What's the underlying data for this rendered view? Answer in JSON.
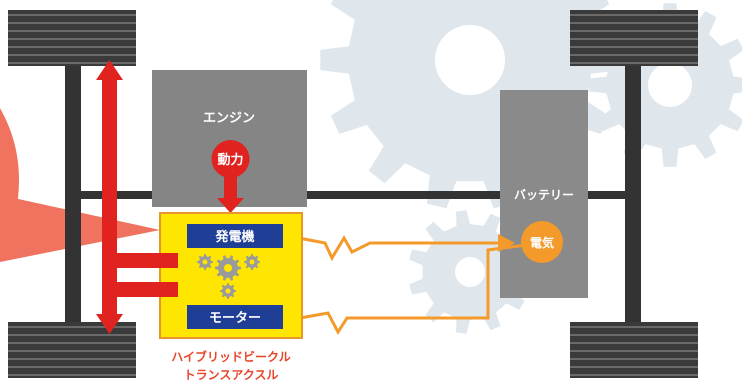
{
  "engine": {
    "label": "エンジン",
    "power_label": "動力"
  },
  "battery": {
    "label": "バッテリー",
    "electricity_label": "電気"
  },
  "transaxle": {
    "generator_label": "発電機",
    "motor_label": "モーター",
    "name_line1": "ハイブリッドビークル",
    "name_line2": "トランスアクスル"
  },
  "colors": {
    "engine_box": "#858585",
    "battery_box": "#8a8a8a",
    "transaxle_fill": "#ffe600",
    "transaxle_border": "#e8952a",
    "unit_box": "#1f3f96",
    "power_arrow": "#e0231f",
    "electric_line": "#f39a2b",
    "caption": "#e8452a",
    "tire": "#3a3a3a",
    "axle": "#333333",
    "bg_gear": "#dfe6ec"
  }
}
